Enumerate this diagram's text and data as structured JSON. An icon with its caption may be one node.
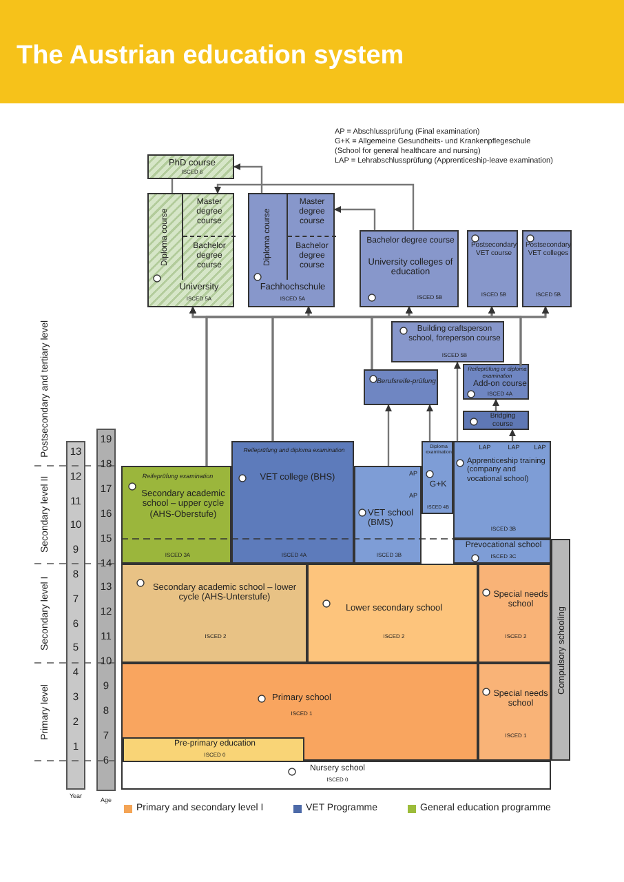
{
  "diagram": {
    "title": "The Austrian education system",
    "nodes": [
      {
        "text": [
          "PhD course",
          "ISCED 6"
        ]
      },
      {
        "text": [
          "University",
          "ISCED 5A"
        ]
      },
      {
        "text": [
          "Diploma course"
        ],
        "in": 1
      },
      {
        "text": [
          "Master degree course"
        ],
        "in": 1
      },
      {
        "text": [
          "Bachelor degree course"
        ],
        "in": 1
      },
      {
        "text": [
          "Fachhochschule",
          "ISCED 5A"
        ]
      },
      {
        "text": [
          "Diploma course"
        ],
        "in": 5
      },
      {
        "text": [
          "Master degree course"
        ],
        "in": 5
      },
      {
        "text": [
          "Bachelor degree course"
        ],
        "in": 5
      },
      {
        "text": [
          "Bachelor degree course",
          "University colleges of education",
          "ISCED 5B"
        ]
      },
      {
        "text": [
          "Postsecondary VET course",
          "ISCED 5B"
        ]
      },
      {
        "text": [
          "Postsecondary VET colleges",
          "ISCED 5B"
        ]
      },
      {
        "text": [
          "Building craftsperson school, foreperson course",
          "ISCED 5B"
        ]
      },
      {
        "text": [
          "Berufsreife-prüfung"
        ]
      },
      {
        "text": [
          "Reifeprüfung or diploma examination",
          "Add-on course",
          "ISCED 4A"
        ]
      },
      {
        "text": [
          "Bridging course"
        ]
      },
      {
        "text": [
          "Reifeprüfung examination",
          "Secondary academic school – upper cycle (AHS-Oberstufe)",
          "ISCED 3A"
        ]
      },
      {
        "text": [
          "Reifeprüfung and diploma examination",
          "VET college (BHS)",
          "ISCED 4A"
        ]
      },
      {
        "text": [
          "AP",
          "AP",
          "VET school (BMS)",
          "ISCED 3B"
        ]
      },
      {
        "text": [
          "Diploma examination",
          "G+K",
          "ISCED 4B"
        ]
      },
      {
        "text": [
          "LAP",
          "LAP",
          "LAP",
          "Apprenticeship training (company and vocational school)",
          "ISCED 3B"
        ]
      },
      {
        "text": [
          "Prevocational school",
          "ISCED 3C"
        ]
      },
      {
        "text": [
          "Secondary academic school – lower cycle (AHS-Unterstufe)",
          "ISCED 2"
        ]
      },
      {
        "text": [
          "Lower secondary school",
          "ISCED 2"
        ]
      },
      {
        "text": [
          "Special needs school",
          "ISCED 2"
        ]
      },
      {
        "text": [
          "Primary school",
          "ISCED 1"
        ]
      },
      {
        "text": [
          "Special needs school",
          "ISCED 1"
        ]
      },
      {
        "text": [
          "Pre-primary education",
          "ISCED 0"
        ],
        "in": 25
      },
      {
        "text": [
          "Nursery school",
          "ISCED 0"
        ]
      },
      {
        "text": [
          "Compulsory schooling"
        ]
      }
    ],
    "edges": [
      {
        "from": 1,
        "to": 0,
        "arrow": "none"
      },
      {
        "from": 5,
        "to": 0,
        "arrow": "to"
      },
      {
        "from": 9,
        "to": 7,
        "arrow": "to"
      },
      {
        "from": 9,
        "to": 3,
        "arrow": "to"
      },
      {
        "from": 16,
        "to": 1,
        "arrow": "to"
      },
      {
        "from": 16,
        "to": 5,
        "arrow": "to"
      },
      {
        "from": 16,
        "to": 9,
        "arrow": "to"
      },
      {
        "from": 16,
        "to": 10,
        "arrow": "to"
      },
      {
        "from": 16,
        "to": 11,
        "arrow": "to"
      },
      {
        "from": 17,
        "to": 1,
        "arrow": "to"
      },
      {
        "from": 17,
        "to": 5,
        "arrow": "to"
      },
      {
        "from": 17,
        "to": 9,
        "arrow": "to"
      },
      {
        "from": 17,
        "to": 10,
        "arrow": "to"
      },
      {
        "from": 17,
        "to": 11,
        "arrow": "to"
      },
      {
        "from": 13,
        "to": 1,
        "arrow": "to"
      },
      {
        "from": 13,
        "to": 5,
        "arrow": "to"
      },
      {
        "from": 13,
        "to": 9,
        "arrow": "to"
      },
      {
        "from": 13,
        "to": 10,
        "arrow": "to"
      },
      {
        "from": 13,
        "to": 11,
        "arrow": "to"
      },
      {
        "from": 14,
        "to": 1,
        "arrow": "to"
      },
      {
        "from": 14,
        "to": 5,
        "arrow": "to"
      },
      {
        "from": 14,
        "to": 9,
        "arrow": "to"
      },
      {
        "from": 14,
        "to": 10,
        "arrow": "to"
      },
      {
        "from": 14,
        "to": 11,
        "arrow": "to"
      },
      {
        "from": 18,
        "to": 13,
        "arrow": "to"
      },
      {
        "from": 19,
        "to": 13,
        "arrow": "to"
      },
      {
        "from": 20,
        "to": 12,
        "arrow": "to"
      },
      {
        "from": 20,
        "to": 15,
        "arrow": "to"
      },
      {
        "from": 15,
        "to": 14,
        "arrow": "to"
      }
    ],
    "labels": [
      "AP = Abschlussprüfung (Final examination)",
      "G+K = Allgemeine Gesundheits- und Krankenpflegeschule",
      "(School for general healthcare and nursing)",
      "LAP = Lehrabschlussprüfung (Apprenticeship-leave examination)",
      "Postsecondary and tertiary level",
      "Secondary level II",
      "Secondary level I",
      "Primary level",
      "13",
      "12",
      "11",
      "10",
      "9",
      "8",
      "7",
      "6",
      "5",
      "4",
      "3",
      "2",
      "1",
      "Year",
      "19",
      "18",
      "17",
      "16",
      "15",
      "14",
      "13",
      "12",
      "11",
      "10",
      "9",
      "8",
      "7",
      "6",
      "Age"
    ],
    "legend": [
      {
        "text": "Primary and secondary level I",
        "color": "#f4a455"
      },
      {
        "text": "VET Programme",
        "color": "#4d6aa8"
      },
      {
        "text": "General education programme",
        "color": "#9cbc3a"
      }
    ]
  }
}
